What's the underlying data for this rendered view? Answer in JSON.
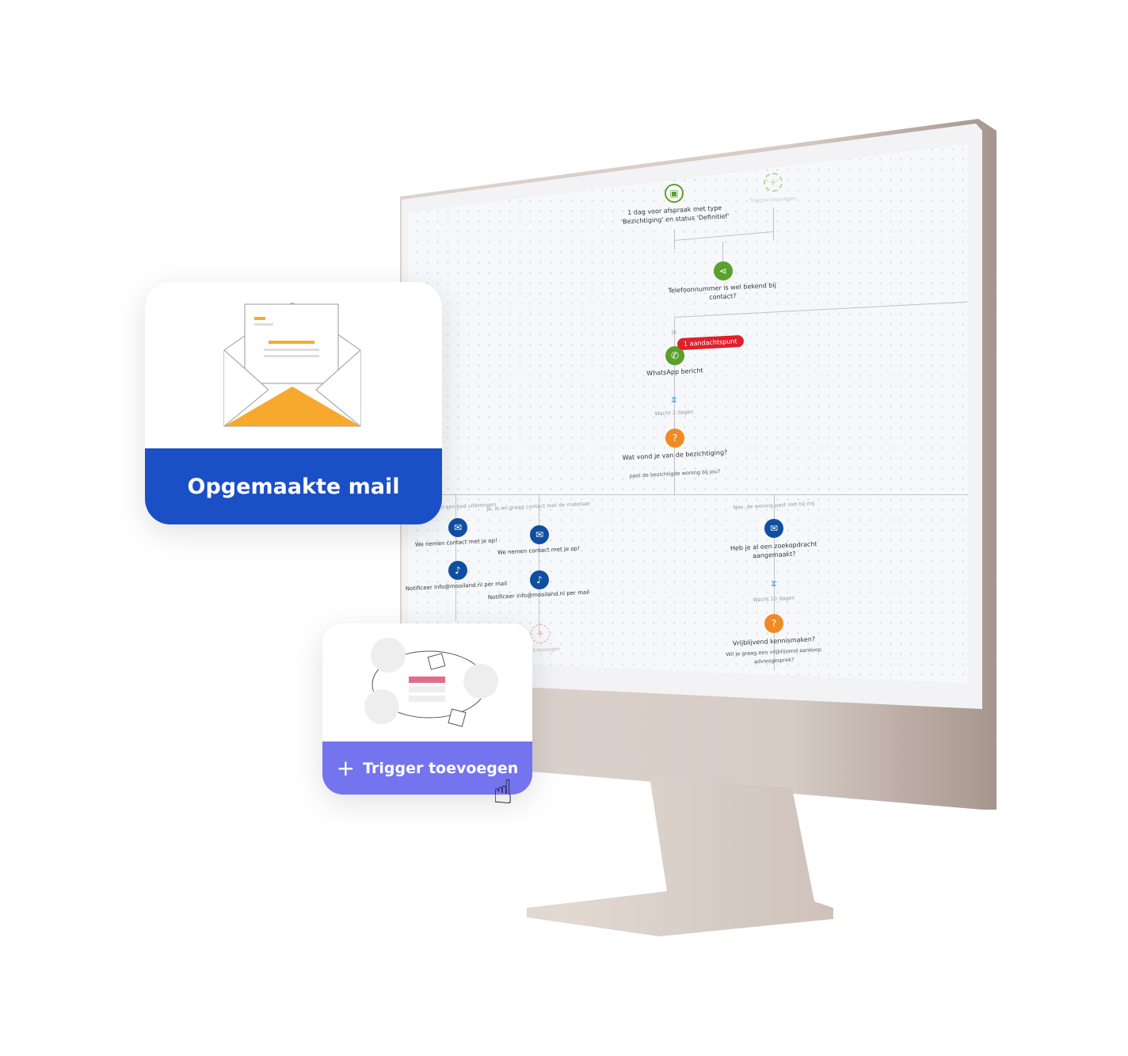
{
  "workflow": {
    "trigger_1": "1 dag voor afspraak met type 'Bezichtiging' en status 'Definitief'",
    "trigger_add": "Trigger toevoegen",
    "condition": "Telefoonnummer is wel bekend bij contact?",
    "branch_yes": "Ja",
    "alert_badge": "1 aandachtspunt",
    "whatsapp": "WhatsApp bericht",
    "wait_1": "Wacht 2 dagen",
    "question_1": "Wat vond je van de bezichtiging?",
    "question_1_sub": "past de bezichtigde woning bij jou?",
    "branches": [
      {
        "label": "Ik wil een bod uitbrengen",
        "mail": "We nemen contact met je op!",
        "notify": "Notificeer info@mooiland.nl per mail"
      },
      {
        "label": "Ja, ik wil graag contact met de makelaar",
        "mail": "We nemen contact met je op!",
        "notify": "Notificeer info@mooiland.nl per mail",
        "add": "toevoegen"
      },
      {
        "label": "Nee, de woning past niet bij mij",
        "mail": "Heb je al een zoekopdracht aangemaakt?",
        "wait": "Wacht 10 dagen",
        "question": "Vrijblijvend kennismaken?",
        "question_sub": "Wil je graag een vrijblijvend aankoop adviesgesprek?"
      }
    ]
  },
  "cards": {
    "mail": "Opgemaakte mail",
    "trigger": "Trigger toevoegen"
  },
  "colors": {
    "blue": "#1b4fc6",
    "purple": "#7474ee",
    "orange": "#f7a92e",
    "green": "#5aa02c",
    "red": "#e0202a"
  }
}
